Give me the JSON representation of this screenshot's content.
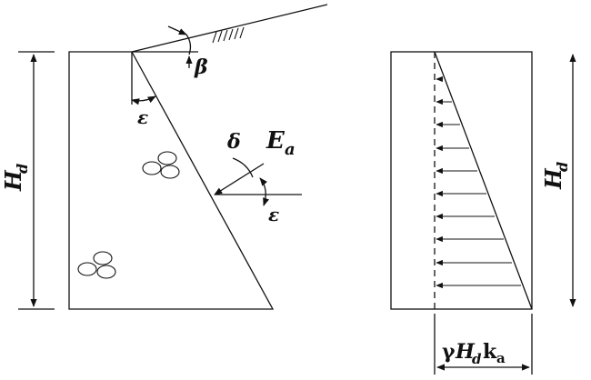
{
  "labels": {
    "beta": "β",
    "epsilon_top": "ε",
    "epsilon_bottom": "ε",
    "delta": "δ",
    "ea_main": "E",
    "ea_sub": "a",
    "hd_left_main": "H",
    "hd_left_sub": "d",
    "hd_right_main": "H",
    "hd_right_sub": "d",
    "pressure_gamma": "γ",
    "pressure_h": "H",
    "pressure_d": "d",
    "pressure_k": "k",
    "pressure_a": "a"
  },
  "colors": {
    "stroke": "#111111",
    "background": "#ffffff"
  }
}
